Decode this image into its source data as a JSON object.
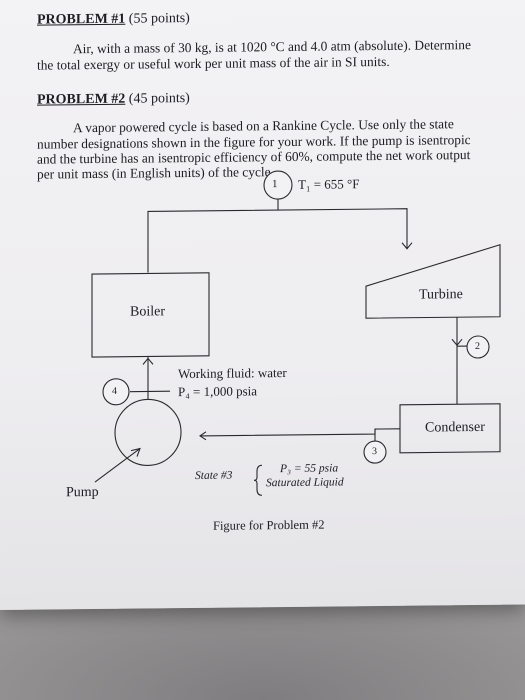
{
  "problem1": {
    "heading": "PROBLEM #1",
    "points": "(55 points)",
    "text_line1": "Air, with a mass of 30 kg, is at 1020 °C and 4.0 atm (absolute). Determine",
    "text_line2": "the total exergy or useful work per unit mass of the air in SI units."
  },
  "problem2": {
    "heading": "PROBLEM #2",
    "points": "(45 points)",
    "text_line1": "A vapor powered cycle is based on a Rankine Cycle. Use only the state",
    "text_line2": "number designations shown in the figure for your work. If the pump is isentropic",
    "text_line3": "and the turbine has an isentropic efficiency of 60%, compute the net work output",
    "text_line4": "per unit mass (in English units) of the cycle."
  },
  "figure": {
    "boiler_label": "Boiler",
    "turbine_label": "Turbine",
    "condenser_label": "Condenser",
    "pump_label": "Pump",
    "state1": "1",
    "state2": "2",
    "state3": "3",
    "state4": "4",
    "t1_label": "T₁ = 655 °F",
    "working_fluid": "Working fluid: water",
    "p4_label": "P₄ = 1,000 psia",
    "state3_prefix": "State #3",
    "p3_label": "P₃ = 55 psia",
    "state3_condition": "Saturated Liquid",
    "caption": "Figure for Problem #2"
  }
}
